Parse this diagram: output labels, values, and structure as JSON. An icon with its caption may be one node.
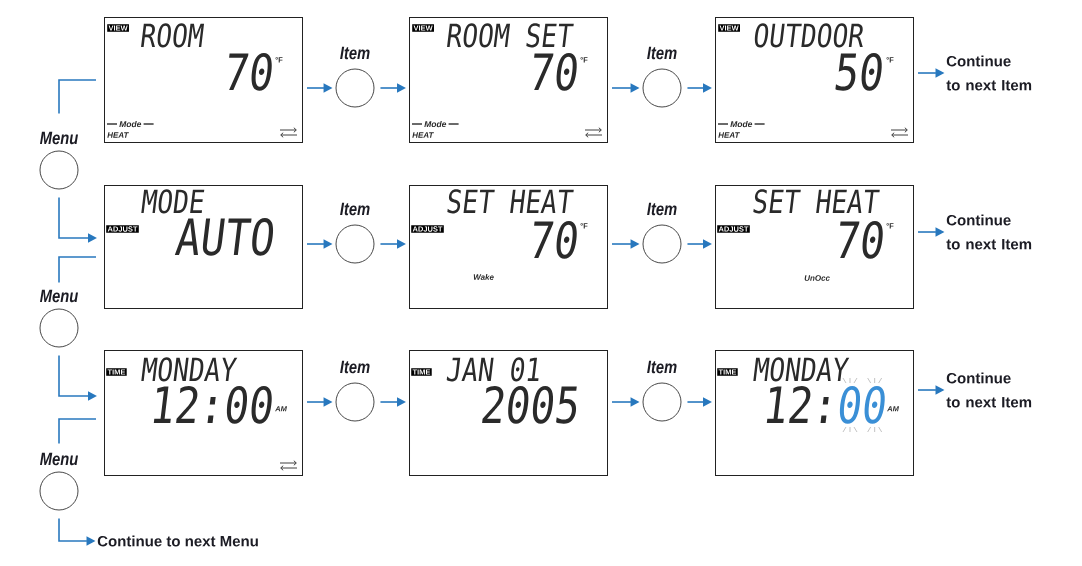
{
  "diagram": {
    "nodes": [
      {
        "text": [
          "VIEW",
          "ROOM",
          "70",
          "°F",
          "Mode",
          "HEAT"
        ]
      },
      {
        "text": [
          "Item"
        ]
      },
      {
        "text": [
          "VIEW",
          "ROOM SET",
          "70",
          "°F",
          "Mode",
          "HEAT"
        ]
      },
      {
        "text": [
          "Item"
        ]
      },
      {
        "text": [
          "VIEW",
          "OUTDOOR",
          "50",
          "°F",
          "Mode",
          "HEAT"
        ]
      },
      {
        "text": [
          "Continue to next Item"
        ]
      },
      {
        "text": [
          "Menu"
        ]
      },
      {
        "text": [
          "MODE",
          "ADJUST",
          "AUTO"
        ]
      },
      {
        "text": [
          "Item"
        ]
      },
      {
        "text": [
          "SET HEAT",
          "ADJUST",
          "70",
          "°F",
          "Wake"
        ]
      },
      {
        "text": [
          "Item"
        ]
      },
      {
        "text": [
          "SET HEAT",
          "ADJUST",
          "70",
          "°F",
          "UnOcc"
        ]
      },
      {
        "text": [
          "Continue to next Item"
        ]
      },
      {
        "text": [
          "Menu"
        ]
      },
      {
        "text": [
          "TIME",
          "MONDAY",
          "12:00",
          "AM"
        ]
      },
      {
        "text": [
          "Item"
        ]
      },
      {
        "text": [
          "TIME",
          "JAN 01",
          "2005"
        ]
      },
      {
        "text": [
          "Item"
        ]
      },
      {
        "text": [
          "TIME",
          "MONDAY",
          "12:",
          "00",
          "AM"
        ]
      },
      {
        "text": [
          "Continue to next Item"
        ]
      },
      {
        "text": [
          "Menu"
        ]
      },
      {
        "text": [
          "Continue to next Menu"
        ]
      }
    ],
    "edges": [
      {
        "from": 0,
        "to": 1,
        "arrow": "to"
      },
      {
        "from": 1,
        "to": 2,
        "arrow": "to"
      },
      {
        "from": 2,
        "to": 3,
        "arrow": "to"
      },
      {
        "from": 3,
        "to": 4,
        "arrow": "to"
      },
      {
        "from": 4,
        "to": 5,
        "arrow": "to"
      },
      {
        "from": 0,
        "to": 6,
        "arrow": "none"
      },
      {
        "from": 6,
        "to": 7,
        "arrow": "to"
      },
      {
        "from": 7,
        "to": 8,
        "arrow": "to"
      },
      {
        "from": 8,
        "to": 9,
        "arrow": "to"
      },
      {
        "from": 9,
        "to": 10,
        "arrow": "to"
      },
      {
        "from": 10,
        "to": 11,
        "arrow": "to"
      },
      {
        "from": 11,
        "to": 12,
        "arrow": "to"
      },
      {
        "from": 7,
        "to": 13,
        "arrow": "none"
      },
      {
        "from": 13,
        "to": 14,
        "arrow": "to"
      },
      {
        "from": 14,
        "to": 15,
        "arrow": "to"
      },
      {
        "from": 15,
        "to": 16,
        "arrow": "to"
      },
      {
        "from": 16,
        "to": 17,
        "arrow": "to"
      },
      {
        "from": 17,
        "to": 18,
        "arrow": "to"
      },
      {
        "from": 18,
        "to": 19,
        "arrow": "to"
      },
      {
        "from": 14,
        "to": 20,
        "arrow": "none"
      },
      {
        "from": 20,
        "to": 21,
        "arrow": "to"
      }
    ]
  }
}
